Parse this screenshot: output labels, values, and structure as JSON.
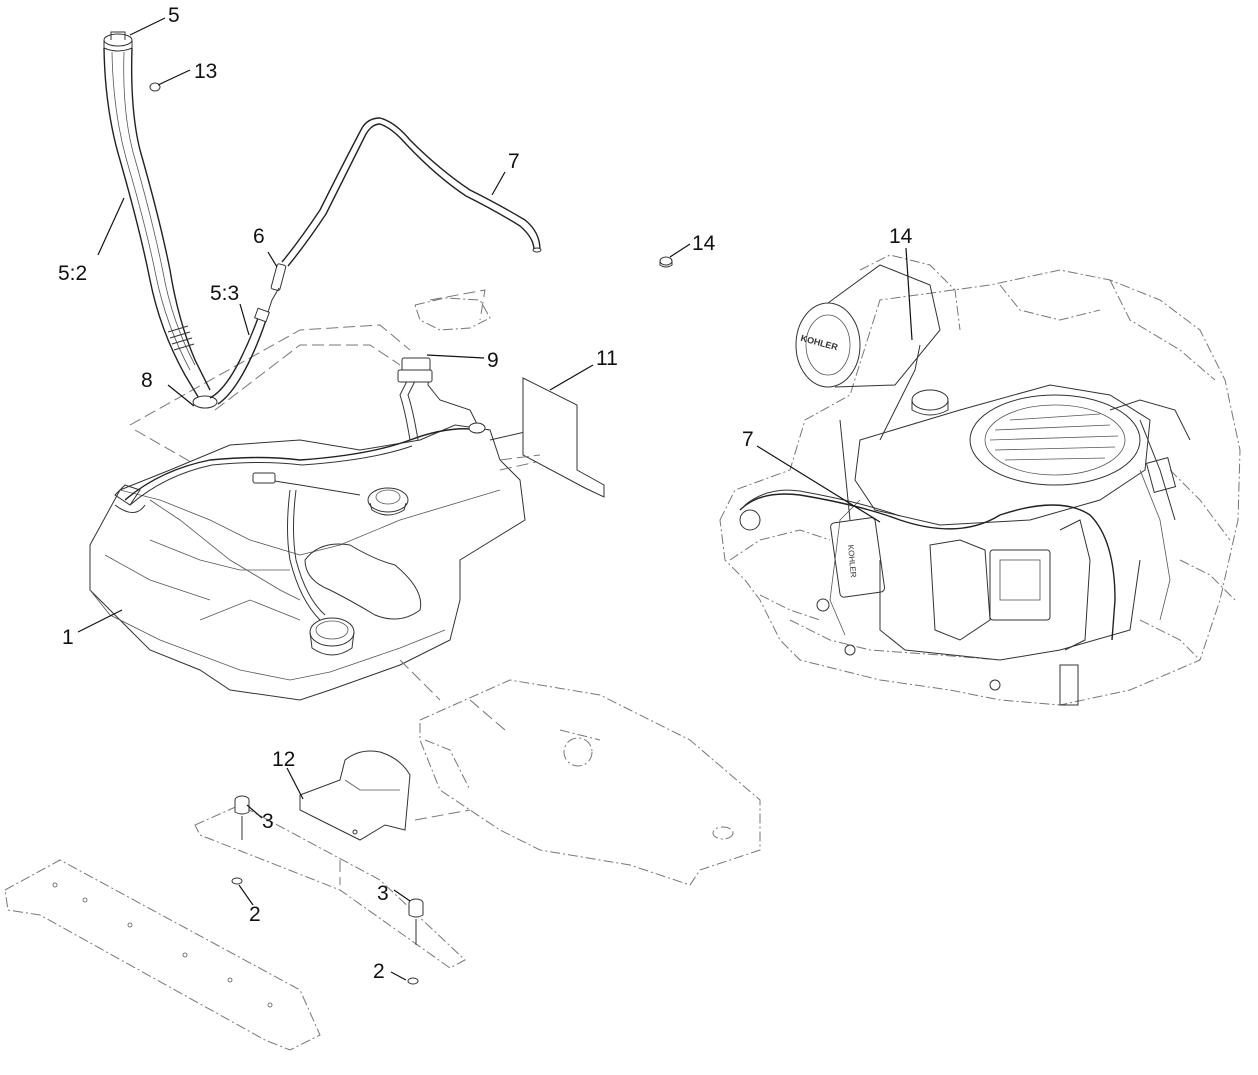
{
  "labels": {
    "l1": "1",
    "l2a": "2",
    "l2b": "2",
    "l3a": "3",
    "l3b": "3",
    "l5": "5",
    "l5_2": "5:2",
    "l5_3": "5:3",
    "l6": "6",
    "l7a": "7",
    "l7b": "7",
    "l8": "8",
    "l9": "9",
    "l11": "11",
    "l12": "12",
    "l13": "13",
    "l14a": "14",
    "l14b": "14"
  },
  "engine_brand": "KOHLER"
}
